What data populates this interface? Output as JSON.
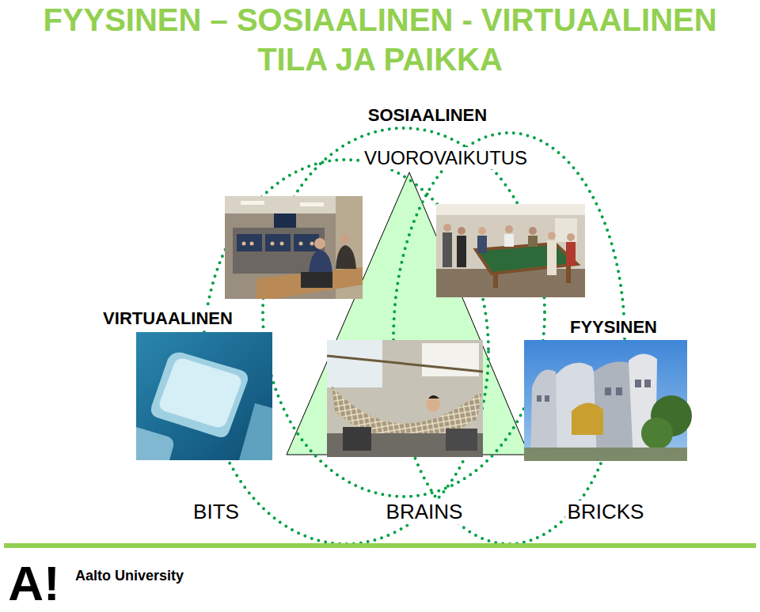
{
  "diagram": {
    "title": "FYYSINEN – SOSIAALINEN - VIRTUAALINEN TILA JA PAIKKA",
    "nodes": [
      {
        "text": [
          "SOSIAALINEN"
        ]
      },
      {
        "text": [
          "VUOROVAIKUTUS"
        ]
      },
      {
        "text": [
          "VIRTUAALINEN"
        ]
      },
      {
        "text": [
          "FYYSINEN"
        ]
      }
    ],
    "labels": [
      "BITS",
      "BRAINS",
      "BRICKS",
      "A!",
      "Aalto University"
    ]
  }
}
